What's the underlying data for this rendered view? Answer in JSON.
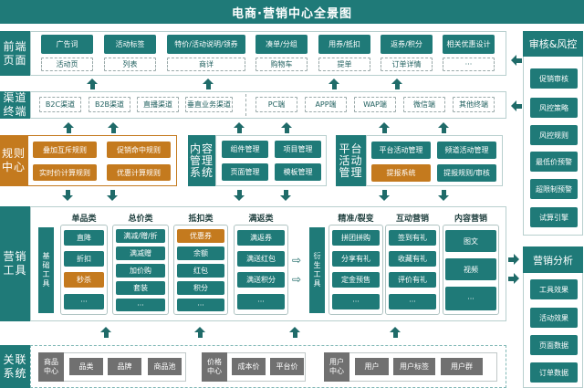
{
  "title": "电商·营销中心全景图",
  "rows": {
    "frontend": {
      "label": "前端\n页面",
      "label_lines": [
        "前端",
        "页面"
      ],
      "top_items": [
        "广告词",
        "活动标签",
        "特价/活动说明/领券",
        "凑单/分组",
        "用券/抵扣",
        "返券/积分",
        "相关优惠设计"
      ],
      "bottom_items": [
        "活动页",
        "列表",
        "商详",
        "购物车",
        "提单",
        "订单详情",
        "···"
      ]
    },
    "channel": {
      "label_lines": [
        "渠道",
        "终端"
      ],
      "channels": [
        "B2C渠道",
        "B2B渠道",
        "直播渠道",
        "垂直业务渠道"
      ],
      "terminals": [
        "PC端",
        "APP端",
        "WAP端",
        "微信端",
        "其他终端"
      ]
    },
    "rules": {
      "label_lines": [
        "规则",
        "中心"
      ],
      "items": [
        "叠加互斥规则",
        "促销命中规则",
        "实时价计算规则",
        "优惠计算规则"
      ]
    },
    "cms": {
      "label_lines": [
        "内容",
        "管理",
        "系统"
      ],
      "items": [
        "组件管理",
        "项目管理",
        "页面管理",
        "模板管理"
      ]
    },
    "platform": {
      "label_lines": [
        "平台",
        "活动",
        "管理"
      ],
      "items": [
        "平台活动管理",
        "频道活动管理",
        "提报系统",
        "提报规则/审核"
      ]
    },
    "tools": {
      "label_lines": [
        "营销",
        "工具"
      ],
      "basic_label": "基础工具",
      "derived_label": "衍生工具",
      "basic_columns": [
        {
          "title": "单品类",
          "items": [
            "直降",
            "折扣",
            "秒杀",
            "···"
          ]
        },
        {
          "title": "总价类",
          "items": [
            "满减/赠/折",
            "满减赠",
            "加价购",
            "套装",
            "···"
          ]
        },
        {
          "title": "抵扣类",
          "items": [
            "优惠券",
            "余额",
            "红包",
            "积分",
            "···"
          ]
        },
        {
          "title": "满返类",
          "items": [
            "满返券",
            "满送红包",
            "满送积分",
            "···"
          ]
        }
      ],
      "derived_columns": [
        {
          "title": "精准/裂变",
          "items": [
            "拼团拼购",
            "分享有礼",
            "定金预售",
            "···"
          ]
        },
        {
          "title": "互动营销",
          "items": [
            "签到有礼",
            "收藏有礼",
            "评价有礼",
            "···"
          ]
        },
        {
          "title": "内容营销",
          "items": [
            "图文",
            "视频",
            "···"
          ]
        }
      ]
    },
    "related": {
      "label_lines": [
        "关联",
        "系统"
      ],
      "groups": [
        {
          "label_lines": [
            "商品",
            "中心"
          ],
          "items": [
            "品类",
            "品牌",
            "商品池"
          ]
        },
        {
          "label_lines": [
            "价格",
            "中心"
          ],
          "items": [
            "成本价",
            "平台价"
          ]
        },
        {
          "label_lines": [
            "用户",
            "中心"
          ],
          "items": [
            "用户",
            "用户标签",
            "用户群"
          ]
        }
      ]
    }
  },
  "side": {
    "audit": {
      "title": "审核&风控",
      "items": [
        "促销审核",
        "风控策略",
        "风控规则",
        "最低价预警",
        "超限制预警",
        "试算引擎"
      ]
    },
    "analysis": {
      "title": "营销分析",
      "items": [
        "工具效果",
        "活动效果",
        "页面数据",
        "订单数据"
      ]
    }
  },
  "colors": {
    "teal": "#1f7a78",
    "orange": "#c47a1e",
    "gray": "#707070"
  }
}
